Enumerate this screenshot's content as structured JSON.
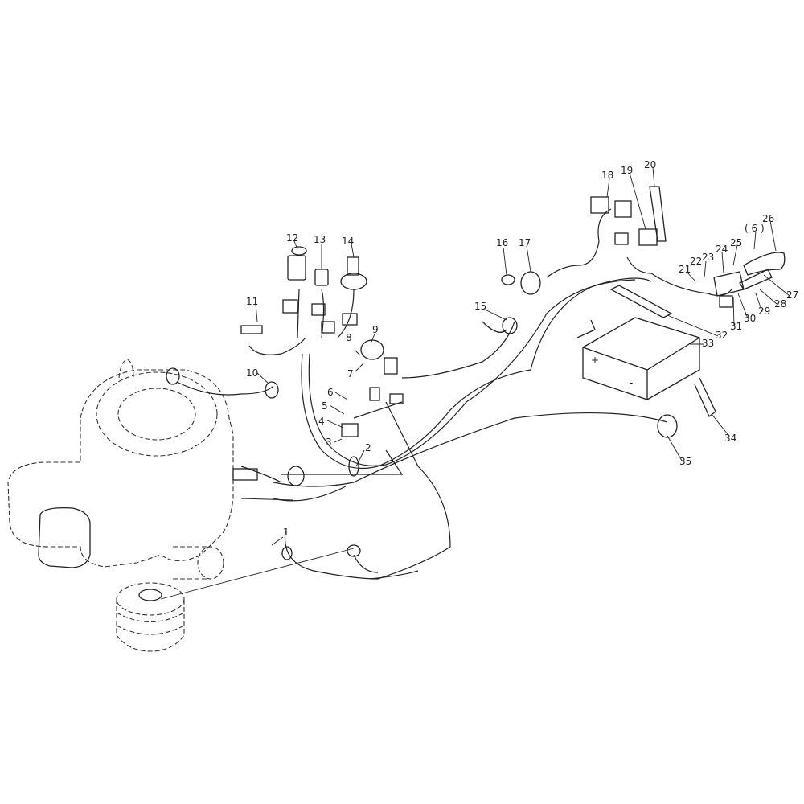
{
  "diagram": {
    "callouts": [
      {
        "id": "1",
        "label": "1"
      },
      {
        "id": "2",
        "label": "2"
      },
      {
        "id": "3",
        "label": "3"
      },
      {
        "id": "4",
        "label": "4"
      },
      {
        "id": "5",
        "label": "5"
      },
      {
        "id": "6",
        "label": "6"
      },
      {
        "id": "7",
        "label": "7"
      },
      {
        "id": "8",
        "label": "8"
      },
      {
        "id": "9",
        "label": "9"
      },
      {
        "id": "10",
        "label": "10"
      },
      {
        "id": "11",
        "label": "11"
      },
      {
        "id": "12",
        "label": "12"
      },
      {
        "id": "13",
        "label": "13"
      },
      {
        "id": "14",
        "label": "14"
      },
      {
        "id": "15",
        "label": "15"
      },
      {
        "id": "16",
        "label": "16"
      },
      {
        "id": "17",
        "label": "17"
      },
      {
        "id": "18",
        "label": "18"
      },
      {
        "id": "19",
        "label": "19"
      },
      {
        "id": "20",
        "label": "20"
      },
      {
        "id": "21",
        "label": "21"
      },
      {
        "id": "22",
        "label": "22"
      },
      {
        "id": "23",
        "label": "23"
      },
      {
        "id": "24",
        "label": "24"
      },
      {
        "id": "25",
        "label": "25"
      },
      {
        "id": "26",
        "label": "26"
      },
      {
        "id": "27",
        "label": "27"
      },
      {
        "id": "28",
        "label": "28"
      },
      {
        "id": "29",
        "label": "29"
      },
      {
        "id": "30",
        "label": "30"
      },
      {
        "id": "31",
        "label": "31"
      },
      {
        "id": "32",
        "label": "32"
      },
      {
        "id": "33",
        "label": "33"
      },
      {
        "id": "34",
        "label": "34"
      },
      {
        "id": "35",
        "label": "35"
      },
      {
        "id": "6b",
        "label": "( 6 )"
      }
    ],
    "battery": {
      "plus": "+",
      "minus": "-"
    }
  }
}
